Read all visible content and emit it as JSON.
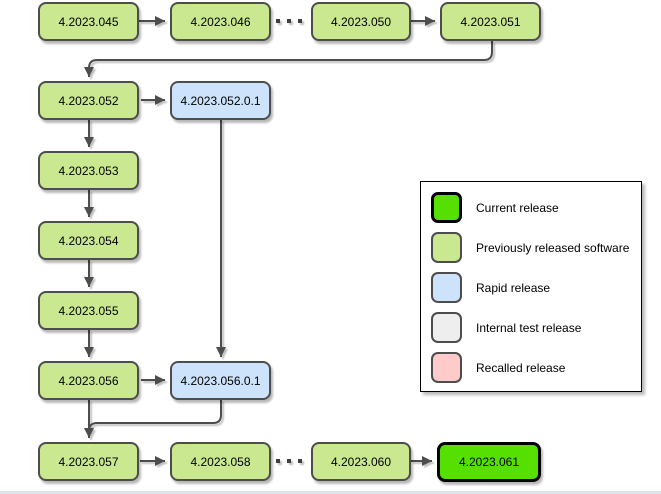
{
  "diagram": {
    "nodes": [
      {
        "label": "4.2023.045",
        "type": "previous"
      },
      {
        "label": "4.2023.046",
        "type": "previous"
      },
      {
        "label": "4.2023.050",
        "type": "previous"
      },
      {
        "label": "4.2023.051",
        "type": "previous"
      },
      {
        "label": "4.2023.052",
        "type": "previous"
      },
      {
        "label": "4.2023.052.0.1",
        "type": "rapid"
      },
      {
        "label": "4.2023.053",
        "type": "previous"
      },
      {
        "label": "4.2023.054",
        "type": "previous"
      },
      {
        "label": "4.2023.055",
        "type": "previous"
      },
      {
        "label": "4.2023.056",
        "type": "previous"
      },
      {
        "label": "4.2023.056.0.1",
        "type": "rapid"
      },
      {
        "label": "4.2023.057",
        "type": "previous"
      },
      {
        "label": "4.2023.058",
        "type": "previous"
      },
      {
        "label": "4.2023.060",
        "type": "previous"
      },
      {
        "label": "4.2023.061",
        "type": "current"
      }
    ],
    "edges": [
      {
        "from": "4.2023.045",
        "to": "4.2023.046",
        "style": "solid-arrow"
      },
      {
        "from": "4.2023.046",
        "to": "4.2023.050",
        "style": "dotted"
      },
      {
        "from": "4.2023.050",
        "to": "4.2023.051",
        "style": "solid-arrow"
      },
      {
        "from": "4.2023.051",
        "to": "4.2023.052",
        "style": "solid-arrow-elbow"
      },
      {
        "from": "4.2023.052",
        "to": "4.2023.052.0.1",
        "style": "solid-arrow"
      },
      {
        "from": "4.2023.052",
        "to": "4.2023.053",
        "style": "solid-arrow"
      },
      {
        "from": "4.2023.052.0.1",
        "to": "4.2023.056.0.1",
        "style": "solid-arrow"
      },
      {
        "from": "4.2023.053",
        "to": "4.2023.054",
        "style": "solid-arrow"
      },
      {
        "from": "4.2023.054",
        "to": "4.2023.055",
        "style": "solid-arrow"
      },
      {
        "from": "4.2023.055",
        "to": "4.2023.056",
        "style": "solid-arrow"
      },
      {
        "from": "4.2023.056",
        "to": "4.2023.056.0.1",
        "style": "solid-arrow"
      },
      {
        "from": "4.2023.056",
        "to": "4.2023.057",
        "style": "solid-arrow"
      },
      {
        "from": "4.2023.056.0.1",
        "to": "4.2023.057",
        "style": "solid-elbow-merge"
      },
      {
        "from": "4.2023.057",
        "to": "4.2023.058",
        "style": "solid-arrow"
      },
      {
        "from": "4.2023.058",
        "to": "4.2023.060",
        "style": "dotted"
      },
      {
        "from": "4.2023.060",
        "to": "4.2023.061",
        "style": "solid-arrow"
      }
    ]
  },
  "legend": {
    "items": [
      {
        "label": "Current release",
        "color": "#56e002",
        "border": "#000000"
      },
      {
        "label": "Previously released software",
        "color": "#c9e88f",
        "border": "#4d4d4d"
      },
      {
        "label": "Rapid release",
        "color": "#cce3fb",
        "border": "#4d4d4d"
      },
      {
        "label": "Internal test release",
        "color": "#eeeeee",
        "border": "#4d4d4d"
      },
      {
        "label": "Recalled release",
        "color": "#ffcaca",
        "border": "#4d4d4d"
      }
    ]
  },
  "colors": {
    "canvas_background": "#ffffff",
    "node_border": "#4d4d4d",
    "connector": "#4d4d4d",
    "current_release_fill": "#56e002",
    "previous_release_fill": "#c9e88f",
    "rapid_release_fill": "#cce3fb",
    "internal_test_fill": "#eeeeee",
    "recalled_fill": "#ffcaca"
  }
}
